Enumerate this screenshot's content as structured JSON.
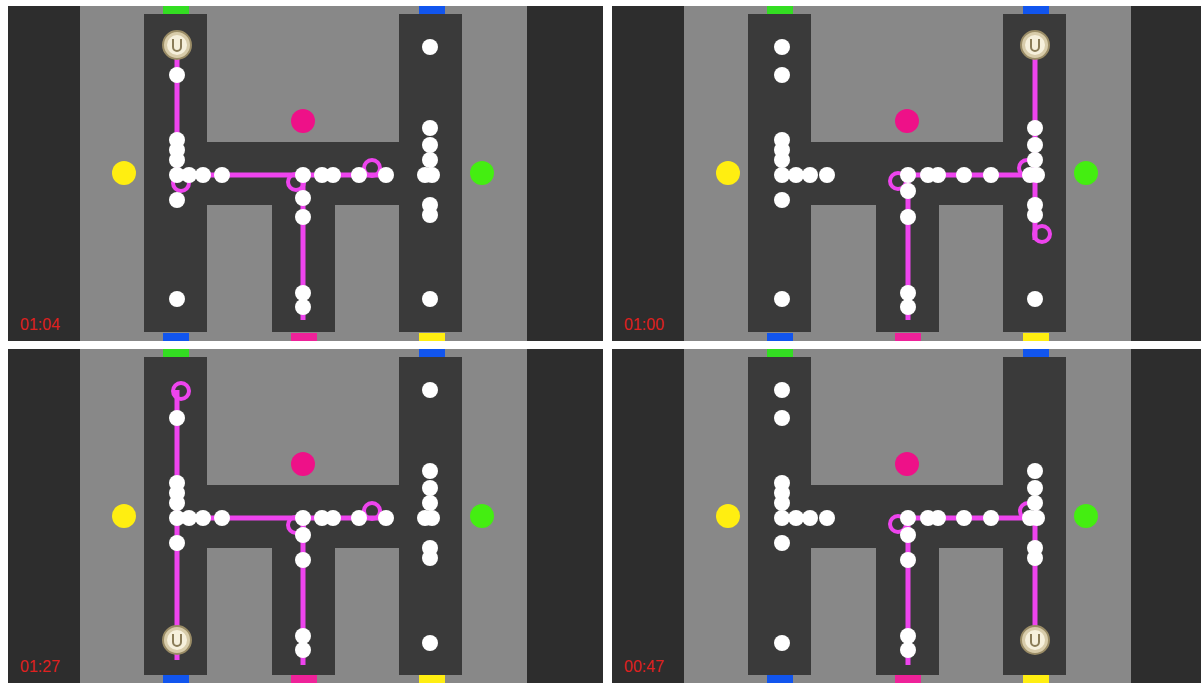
{
  "diagram": {
    "labels": [
      "01:04",
      "01:00",
      "01:27",
      "00:47"
    ]
  }
}
